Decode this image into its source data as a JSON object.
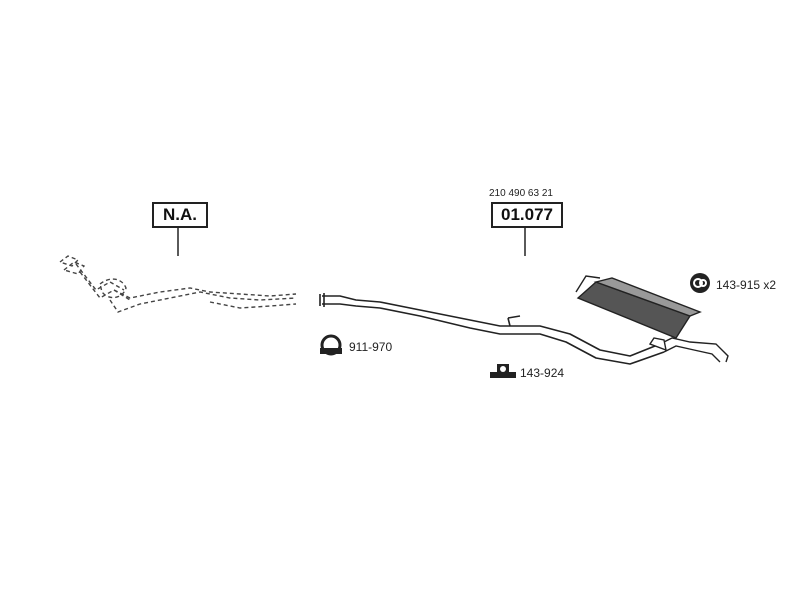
{
  "callouts": {
    "front": {
      "label": "N.A."
    },
    "rear": {
      "label": "01.077",
      "oe_code": "210 490 63 21"
    }
  },
  "parts": {
    "clamp": {
      "label": "911-970",
      "icon": "clamp-icon"
    },
    "mount": {
      "label": "143-924",
      "icon": "rubber-mount-icon"
    },
    "hanger": {
      "label": "143-915 x2",
      "icon": "hanger-ring-icon"
    }
  },
  "colors": {
    "line": "#222222",
    "fill": "#555555",
    "dashed": "#444444"
  }
}
